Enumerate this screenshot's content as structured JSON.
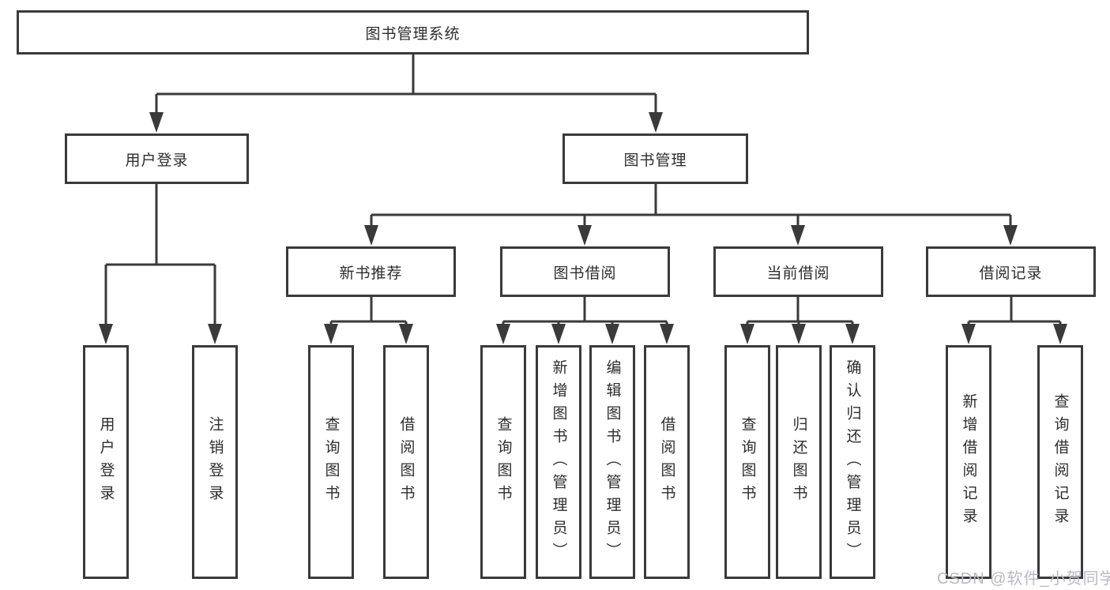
{
  "diagram": {
    "root": {
      "label": "图书管理系统"
    },
    "level2": {
      "user_login": {
        "label": "用户登录"
      },
      "book_mgmt": {
        "label": "图书管理"
      }
    },
    "level3": {
      "new_book_rec": {
        "label": "新书推荐"
      },
      "book_borrow": {
        "label": "图书借阅"
      },
      "current_borrow": {
        "label": "当前借阅"
      },
      "borrow_records": {
        "label": "借阅记录"
      }
    },
    "leaves": {
      "user_login_leaf": {
        "label": "用户登录"
      },
      "logout": {
        "label": "注销登录"
      },
      "newbook_query": {
        "label": "查询图书"
      },
      "newbook_borrow": {
        "label": "借阅图书"
      },
      "borrow_query": {
        "label": "查询图书"
      },
      "borrow_add": {
        "label": "新增图书（管理员）"
      },
      "borrow_edit": {
        "label": "编辑图书（管理员）"
      },
      "borrow_borrow": {
        "label": "借阅图书"
      },
      "current_query": {
        "label": "查询图书"
      },
      "current_return": {
        "label": "归还图书"
      },
      "current_confirm": {
        "label": "确认归还（管理员）"
      },
      "record_add": {
        "label": "新增借阅记录"
      },
      "record_query": {
        "label": "查询借阅记录"
      }
    }
  },
  "watermark": {
    "text": "CSDN @软件_小贺同学"
  },
  "colors": {
    "line": "#3a3a3a",
    "box_border": "#3a3a3a",
    "box_fill": "#ffffff",
    "text": "#2d2d2d",
    "watermark": "#b9bac0"
  }
}
